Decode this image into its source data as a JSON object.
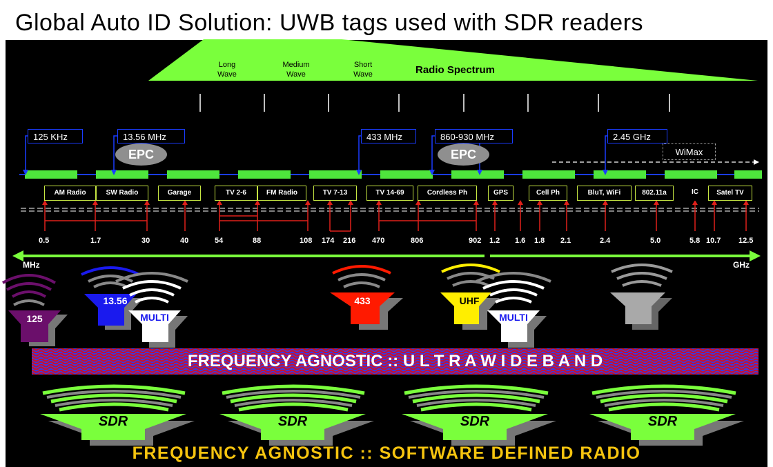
{
  "title": "Global Auto ID Solution: UWB tags used with SDR readers",
  "spectrum": {
    "label": "Radio Spectrum",
    "wave_bands": [
      {
        "line1": "Long",
        "line2": "Wave"
      },
      {
        "line1": "Medium",
        "line2": "Wave"
      },
      {
        "line1": "Short",
        "line2": "Wave"
      }
    ]
  },
  "rfid_frequencies": [
    "125 KHz",
    "13.56 MHz",
    "433 MHz",
    "860-930 MHz",
    "2.45 GHz"
  ],
  "epc_label": "EPC",
  "wimax_label": "WiMax",
  "applications": [
    "AM Radio",
    "SW Radio",
    "Garage",
    "TV  2-6",
    "FM Radio",
    "TV 7-13",
    "TV 14-69",
    "Cordless Ph",
    "GPS",
    "Cell Ph",
    "BluT, WiFi",
    "802.11a",
    "IC",
    "Satel TV"
  ],
  "ticks": [
    "0.5",
    "1.7",
    "30",
    "40",
    "54",
    "88",
    "108",
    "174",
    "216",
    "470",
    "806",
    "902",
    "1.2",
    "1.6",
    "1.8",
    "2.1",
    "2.4",
    "5.0",
    "5.8",
    "10.7",
    "12.5"
  ],
  "units": {
    "left": "MHz",
    "right": "GHz"
  },
  "tags": [
    "125",
    "13.56",
    "MULTI",
    "433",
    "UHF",
    "MULTI"
  ],
  "uwb_banner": "FREQUENCY  AGNOSTIC :: U L T R A W I D E B A N D",
  "sdr_label": "SDR",
  "sdr_banner": "FREQUENCY  AGNOSTIC  ::  SOFTWARE  DEFINED  RADIO",
  "colors": {
    "spectrum_green": "#7aff3c",
    "rfid_box_border": "#1a3cff",
    "app_box_border": "#c6e642",
    "marker_red": "#e0201a",
    "tag_125": "#6b0f6b",
    "tag_1356": "#1a1aee",
    "tag_433": "#ff1a00",
    "tag_uhf": "#ffee00",
    "tag_gray": "#a9a9a9",
    "uwb_banner_red": "#c8102e",
    "uwb_banner_blue": "#3a3ae0",
    "sdr_text": "#f6c40f"
  }
}
